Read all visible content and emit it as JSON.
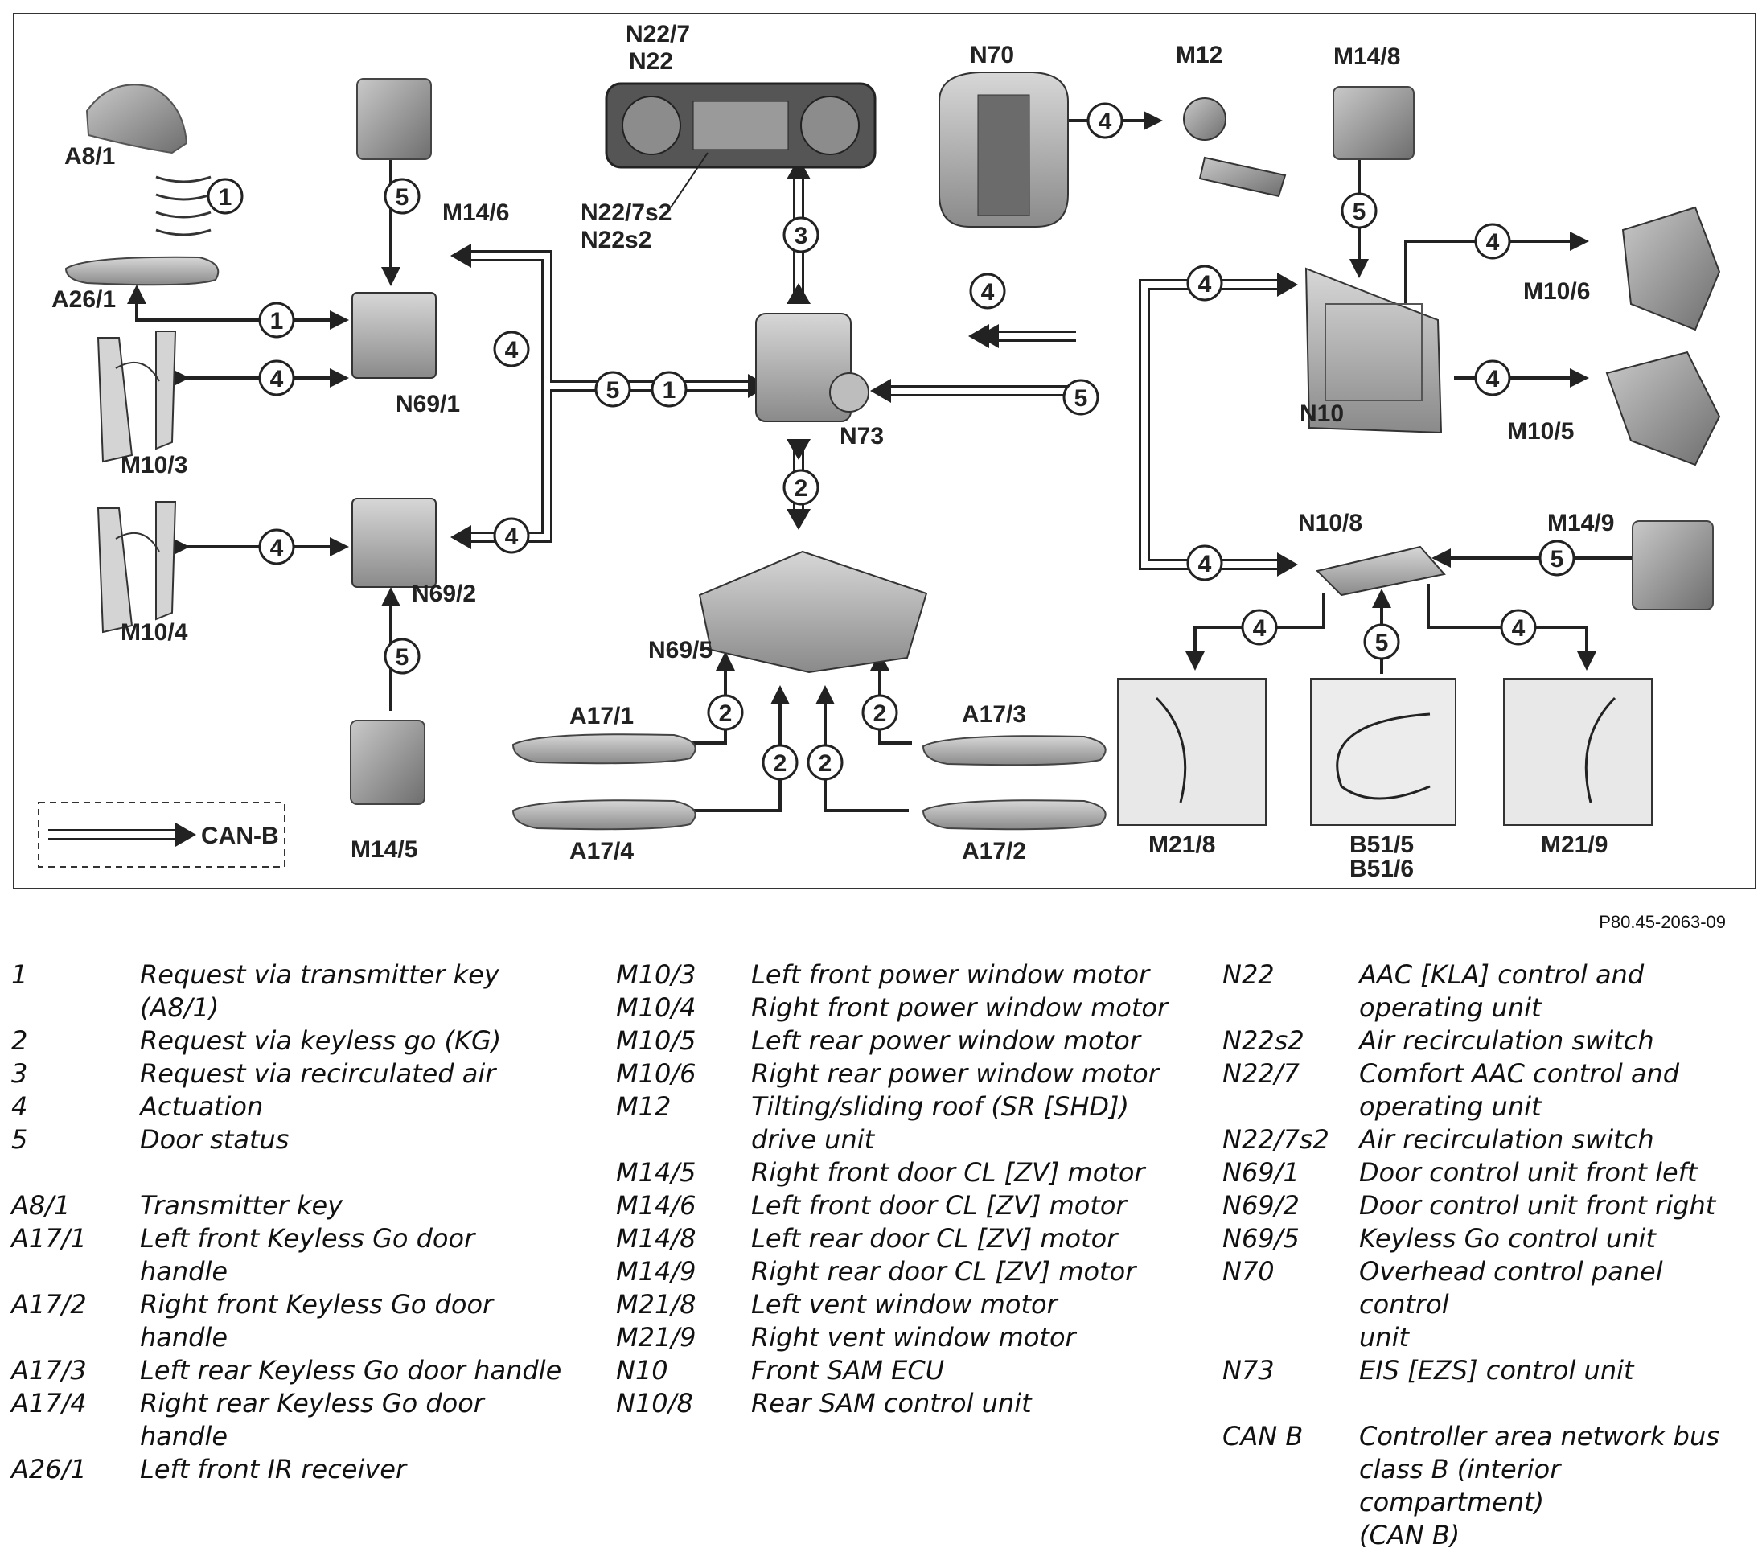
{
  "diagram": {
    "labels": {
      "a8_1": "A8/1",
      "a26_1": "A26/1",
      "m10_3": "M10/3",
      "m10_4": "M10/4",
      "m14_6": "M14/6",
      "m14_5": "M14/5",
      "n69_1": "N69/1",
      "n69_2": "N69/2",
      "n22_7": "N22/7",
      "n22": "N22",
      "n22_7s2": "N22/7s2",
      "n22s2": "N22s2",
      "n70": "N70",
      "m12": "M12",
      "m14_8": "M14/8",
      "n73": "N73",
      "n69_5": "N69/5",
      "a17_1": "A17/1",
      "a17_4": "A17/4",
      "a17_3": "A17/3",
      "a17_2": "A17/2",
      "n10": "N10",
      "m10_6": "M10/6",
      "m10_5": "M10/5",
      "n10_8": "N10/8",
      "m14_9": "M14/9",
      "m21_8": "M21/8",
      "b51_5": "B51/5",
      "b51_6": "B51/6",
      "m21_9": "M21/9"
    },
    "legend_label": "CAN-B"
  },
  "reference": "P80.45-2063-09",
  "legend": {
    "col1": [
      {
        "k": "1",
        "v": [
          "Request via transmitter key",
          "(A8/1)"
        ]
      },
      {
        "k": "2",
        "v": [
          "Request via keyless go (KG)"
        ]
      },
      {
        "k": "3",
        "v": [
          "Request via recirculated air"
        ]
      },
      {
        "k": "4",
        "v": [
          "Actuation"
        ]
      },
      {
        "k": "5",
        "v": [
          "Door status"
        ]
      },
      {
        "k": "",
        "v": [
          ""
        ]
      },
      {
        "k": "A8/1",
        "v": [
          "Transmitter key"
        ]
      },
      {
        "k": "A17/1",
        "v": [
          "Left front Keyless Go door",
          "handle"
        ]
      },
      {
        "k": "A17/2",
        "v": [
          "Right front Keyless Go door",
          "handle"
        ]
      },
      {
        "k": "A17/3",
        "v": [
          "Left rear Keyless Go door handle"
        ]
      },
      {
        "k": "A17/4",
        "v": [
          "Right rear Keyless Go door",
          "handle"
        ]
      },
      {
        "k": "A26/1",
        "v": [
          "Left front IR receiver"
        ]
      }
    ],
    "col2": [
      {
        "k": "M10/3",
        "v": [
          "Left front power window motor"
        ]
      },
      {
        "k": "M10/4",
        "v": [
          "Right front power window motor"
        ]
      },
      {
        "k": "M10/5",
        "v": [
          "Left rear power window motor"
        ]
      },
      {
        "k": "M10/6",
        "v": [
          "Right rear power window motor"
        ]
      },
      {
        "k": "M12",
        "v": [
          "Tilting/sliding roof (SR [SHD])",
          "drive unit"
        ]
      },
      {
        "k": "M14/5",
        "v": [
          "Right front door CL [ZV] motor"
        ]
      },
      {
        "k": "M14/6",
        "v": [
          "Left front door CL [ZV] motor"
        ]
      },
      {
        "k": "M14/8",
        "v": [
          "Left rear door CL [ZV] motor"
        ]
      },
      {
        "k": "M14/9",
        "v": [
          "Right rear door CL [ZV] motor"
        ]
      },
      {
        "k": "M21/8",
        "v": [
          "Left vent window motor"
        ]
      },
      {
        "k": "M21/9",
        "v": [
          "Right vent window motor"
        ]
      },
      {
        "k": "N10",
        "v": [
          "Front SAM ECU"
        ]
      },
      {
        "k": "N10/8",
        "v": [
          "Rear SAM control unit"
        ]
      }
    ],
    "col3": [
      {
        "k": "N22",
        "v": [
          "AAC [KLA] control and",
          "operating unit"
        ]
      },
      {
        "k": "N22s2",
        "v": [
          "Air recirculation switch"
        ]
      },
      {
        "k": "N22/7",
        "v": [
          "Comfort AAC control and",
          "operating unit"
        ]
      },
      {
        "k": "N22/7s2",
        "v": [
          "Air recirculation switch"
        ]
      },
      {
        "k": "N69/1",
        "v": [
          "Door control unit front left"
        ]
      },
      {
        "k": "N69/2",
        "v": [
          "Door control unit front right"
        ]
      },
      {
        "k": "N69/5",
        "v": [
          "Keyless Go control unit"
        ]
      },
      {
        "k": "N70",
        "v": [
          "Overhead control panel control",
          "unit"
        ]
      },
      {
        "k": "N73",
        "v": [
          "EIS [EZS] control unit"
        ]
      },
      {
        "k": "",
        "v": [
          ""
        ]
      },
      {
        "k": "CAN B",
        "v": [
          "Controller area network bus",
          "class B (interior compartment)",
          "(CAN B)"
        ]
      }
    ]
  }
}
